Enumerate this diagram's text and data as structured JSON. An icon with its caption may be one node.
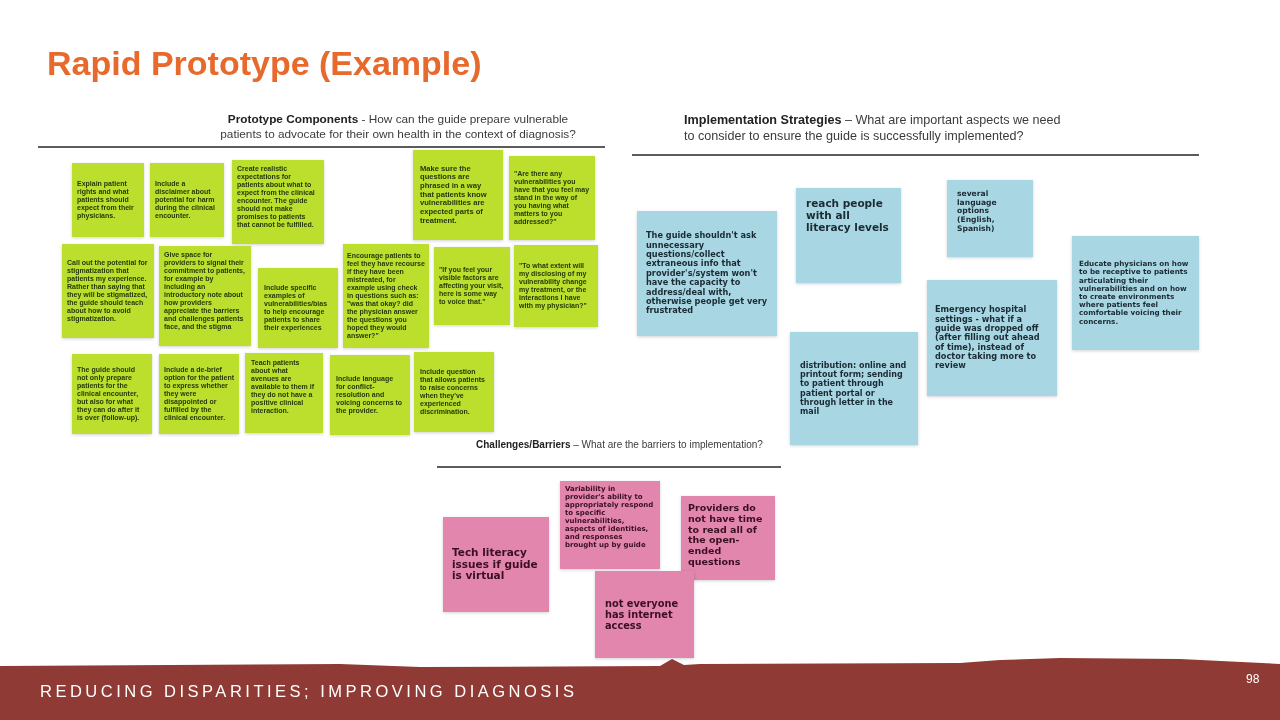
{
  "diagram": {
    "title": "Rapid Prototype (Example)",
    "nodes": [
      {
        "text": [
          "Explain patient rights and what patients should expect from their physicians."
        ]
      },
      {
        "text": [
          "Include a disclaimer about potential for harm during the clinical encounter."
        ]
      },
      {
        "text": [
          "Create realistic expectations for patients about what to expect from the clinical encounter. The guide should not make promises to patients that cannot be fulfilled."
        ]
      },
      {
        "text": [
          "Make sure the questions are phrased in a way that patients know vulnerabilities are expected parts of treatment."
        ]
      },
      {
        "text": [
          "\"Are there any vulnerabilities you have that you feel may stand in the way of you having what matters to you addressed?\""
        ]
      },
      {
        "text": [
          "Call out the potential for stigmatization that patients my experience. Rather than saying that they will be stigmatized, the guide should teach about how to avoid stigmatization."
        ]
      },
      {
        "text": [
          "Give space for providers to signal their commitment to patients, for example by including an introductory note about how providers appreciate the barriers and challenges patients face, and the stigma"
        ]
      },
      {
        "text": [
          "Include specific examples of vulnerabilities/bias to help encourage patients to share their experiences"
        ]
      },
      {
        "text": [
          "Encourage patients to feel they have recourse if they have been mistreated, for example using check in questions such as: \"was that okay? did the physician answer the questions you hoped they would answer?\""
        ]
      },
      {
        "text": [
          "\"If you feel your visible factors are affecting your visit, here is some way to voice that.\""
        ]
      },
      {
        "text": [
          "\"To what extent will my disclosing of my vulnerability change my treatment, or the interactions I have with my physician?\""
        ]
      },
      {
        "text": [
          "The guide should not only prepare patients for the clinical encounter, but also for what they can do after it is over (follow-up)."
        ]
      },
      {
        "text": [
          "Include a de-brief option for the patient to express whether they were disappointed or fulfilled by the clinical encounter."
        ]
      },
      {
        "text": [
          "Teach patients about what avenues are available to them if they do not have a positive clinical interaction."
        ]
      },
      {
        "text": [
          "Include language for conflict-resolution and voicing concerns to the provider."
        ]
      },
      {
        "text": [
          "Include question that allows patients to raise concerns when they've experienced discrimination."
        ]
      },
      {
        "text": [
          "The guide shouldn't ask unnecessary questions/collect extraneous info that provider's/system won't have the capacity to address/deal with, otherwise people get very frustrated"
        ]
      },
      {
        "text": [
          "reach people with all literacy levels"
        ]
      },
      {
        "text": [
          "distribution: online and printout form; sending to patient through patient portal or through letter in the mail"
        ]
      },
      {
        "text": [
          "several language options (English, Spanish)"
        ]
      },
      {
        "text": [
          "Emergency hospital settings - what if a guide was dropped off (after filling out ahead of time), instead of doctor taking more to review"
        ]
      },
      {
        "text": [
          "Educate physicians on how to be receptive to patients articulating their vulnerabilities and on how to create environments where patients feel comfortable voicing their concerns."
        ]
      },
      {
        "text": [
          "Tech literacy issues if guide is virtual"
        ]
      },
      {
        "text": [
          "Variability in provider's ability to appropriately respond to specific vulnerabilities, aspects of identities, and responses brought up by guide"
        ]
      },
      {
        "text": [
          "Providers do not have time to read all of the open-ended questions"
        ]
      },
      {
        "text": [
          "not everyone has internet access"
        ]
      }
    ],
    "labels": [
      "**Prototype Components** - How can the guide prepare vulnerable patients to advocate for their own health in the context of diagnosis?",
      "**Implementation Strategies** – What are important aspects we need to consider to ensure the guide is successfully implemented?",
      "**Challenges/Barriers** – What are the barriers to implementation?",
      "REDUCING DISPARITIES; IMPROVING DIAGNOSIS",
      "98"
    ]
  }
}
